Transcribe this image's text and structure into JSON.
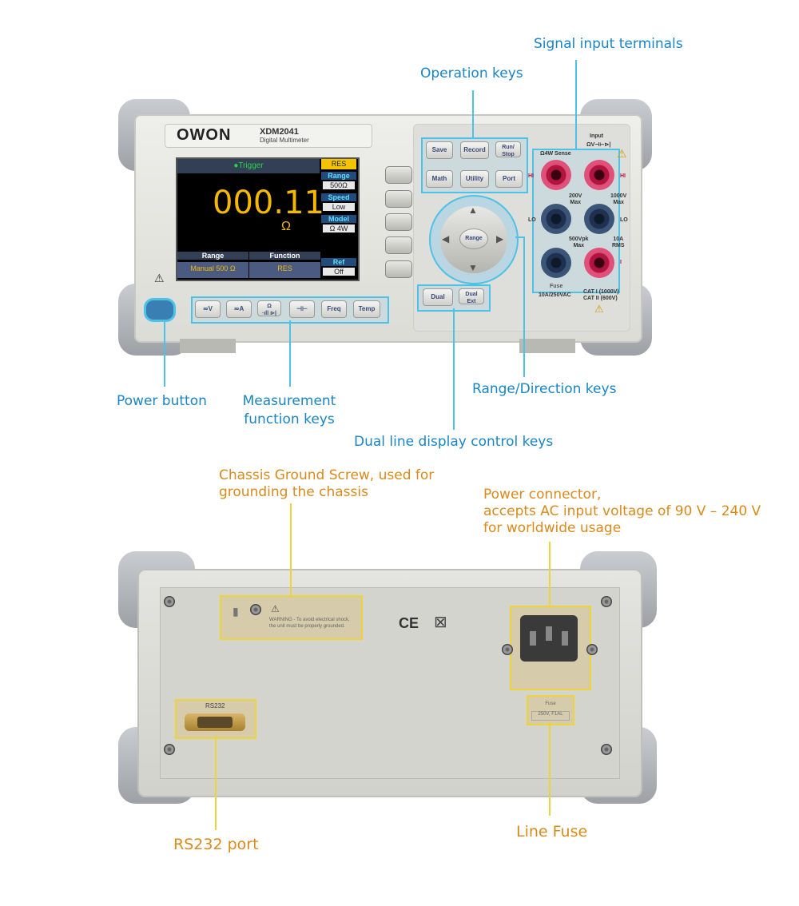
{
  "front": {
    "callouts": {
      "signal_input_terminals": "Signal input terminals",
      "operation_keys": "Operation keys",
      "power_button": "Power button",
      "measurement_function_keys_l1": "Measurement",
      "measurement_function_keys_l2": "function keys",
      "range_direction_keys": "Range/Direction keys",
      "dual_line_display_control_keys": "Dual line display control keys"
    },
    "brand": "OWON",
    "model": "XDM2041",
    "model_sub": "Digital Multimeter",
    "screen": {
      "trigger": "●Trigger",
      "reading": "000.11",
      "unit": "Ω",
      "mode_badge": "RES",
      "side": [
        {
          "label": "Range",
          "value": "500Ω"
        },
        {
          "label": "Speed",
          "value": "Low"
        },
        {
          "label": "Model",
          "value": "Ω  4W"
        },
        {
          "label": "Ref",
          "value": "Off"
        }
      ],
      "table_headers": [
        "Range",
        "Function"
      ],
      "table_values": [
        "Manual 500 Ω",
        "RES"
      ]
    },
    "operation_keys": [
      "Save",
      "Record",
      "Run/\nStop",
      "Math",
      "Utility",
      "Port"
    ],
    "nav_center": "Range",
    "dual_keys": [
      "Dual",
      "Dual\nExt"
    ],
    "function_keys": [
      "≂V",
      "≂A",
      "Ω\n·ıll ⊳|",
      "⊣⊢",
      "Freq",
      "Temp"
    ],
    "terminal_labels": {
      "sense": "Ω4W Sense",
      "input": "Input",
      "input_sub": "ΩV⊣⊢⊳|",
      "hi_left": "HI",
      "hi_right": "HI",
      "lo_left": "LO",
      "lo_right": "LO",
      "v200": "200V\nMax",
      "v1000": "1000V\nMax",
      "vpk": "500Vpk\nMax",
      "a10": "10A\nRMS",
      "fuse": "Fuse",
      "fuse_rating": "10A/250VAC",
      "cat": "CAT I (1000V)\nCAT II (600V)",
      "i_label": "I"
    }
  },
  "rear": {
    "callouts": {
      "chassis_ground_l1": "Chassis Ground Screw, used for",
      "chassis_ground_l2": "grounding the chassis",
      "power_connector_l1": "Power connector,",
      "power_connector_l2": "accepts AC input voltage of 90 V – 240 V",
      "power_connector_l3": "for worldwide usage",
      "rs232_port": "RS232 port",
      "line_fuse": "Line Fuse"
    },
    "warning_l1": "WARNING - To avoid electrical shock,",
    "warning_l2": "the unit must be properly grounded.",
    "rs232_label": "RS232",
    "ce_mark": "CE",
    "fuse_label": "Fuse",
    "fuse_rating": "250V, F1AL"
  },
  "colors": {
    "blue_callout": "#1a85c4",
    "orange_callout": "#d98a1b",
    "blue_line": "#4cc3e6",
    "yellow_line": "#efd33a",
    "screen_reading": "#f5b800"
  }
}
